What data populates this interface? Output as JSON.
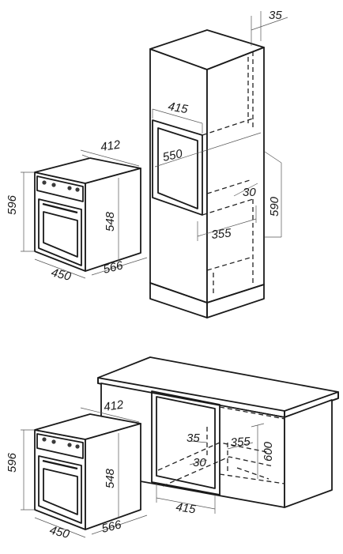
{
  "diagram": {
    "top_figure": {
      "oven_labels": {
        "width": "450",
        "height": "596",
        "depth_side": "566",
        "inner_height": "548",
        "top_depth": "412"
      },
      "cabinet_labels": {
        "niche_width": "415",
        "niche_depth": "550",
        "gap": "30",
        "inner_depth": "355",
        "niche_height": "590",
        "top_offset": "35"
      }
    },
    "bottom_figure": {
      "oven_labels": {
        "width": "450",
        "height": "596",
        "depth_side": "566",
        "inner_height": "548",
        "top_depth": "412"
      },
      "cabinet_labels": {
        "niche_width": "415",
        "gap_top": "35",
        "gap_bottom": "30",
        "inner_depth": "355",
        "niche_height": "600"
      }
    }
  }
}
